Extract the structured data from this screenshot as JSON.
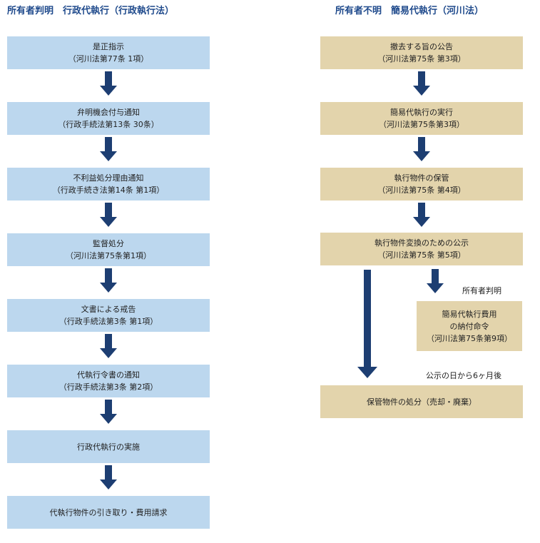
{
  "left": {
    "heading": "所有者判明　行政代執行（行政執行法）",
    "steps": [
      {
        "title": "是正指示",
        "law": "（河川法第77条 1項）"
      },
      {
        "title": "弁明機会付与通知",
        "law": "（行政手続法第13条 30条）"
      },
      {
        "title": "不利益処分理由通知",
        "law": "（行政手続き法第14条 第1項）"
      },
      {
        "title": "監督処分",
        "law": "（河川法第75条第1項）"
      },
      {
        "title": "文書による戒告",
        "law": "（行政手続法第3条 第1項）"
      },
      {
        "title": "代執行令書の通知",
        "law": "（行政手続法第3条 第2項）"
      },
      {
        "title": "行政代執行の実施",
        "law": ""
      },
      {
        "title": "代執行物件の引き取り・費用請求",
        "law": ""
      }
    ]
  },
  "right": {
    "heading": "所有者不明　簡易代執行（河川法）",
    "steps": [
      {
        "title": "撤去する旨の公告",
        "law": "（河川法第75条 第3項）"
      },
      {
        "title": "簡易代執行の実行",
        "law": "（河川法第75条第3項）"
      },
      {
        "title": "執行物件の保管",
        "law": "（河川法第75条 第4項）"
      },
      {
        "title": "執行物件変換のための公示",
        "law": "（河川法第75条 第5項）"
      }
    ],
    "branch_label": "所有者判明",
    "branch_box": {
      "line1": "簡易代執行費用",
      "line2": "の納付命令",
      "law": "（河川法第75条第9項）"
    },
    "period_label": "公示の日から6ヶ月後",
    "final_box": "保管物件の処分（売却・廃棄）"
  },
  "colors": {
    "heading": "#1f4a8c",
    "arrow": "#1d3e72",
    "left_box": "#bcd7ee",
    "right_box": "#e3d4ac"
  }
}
